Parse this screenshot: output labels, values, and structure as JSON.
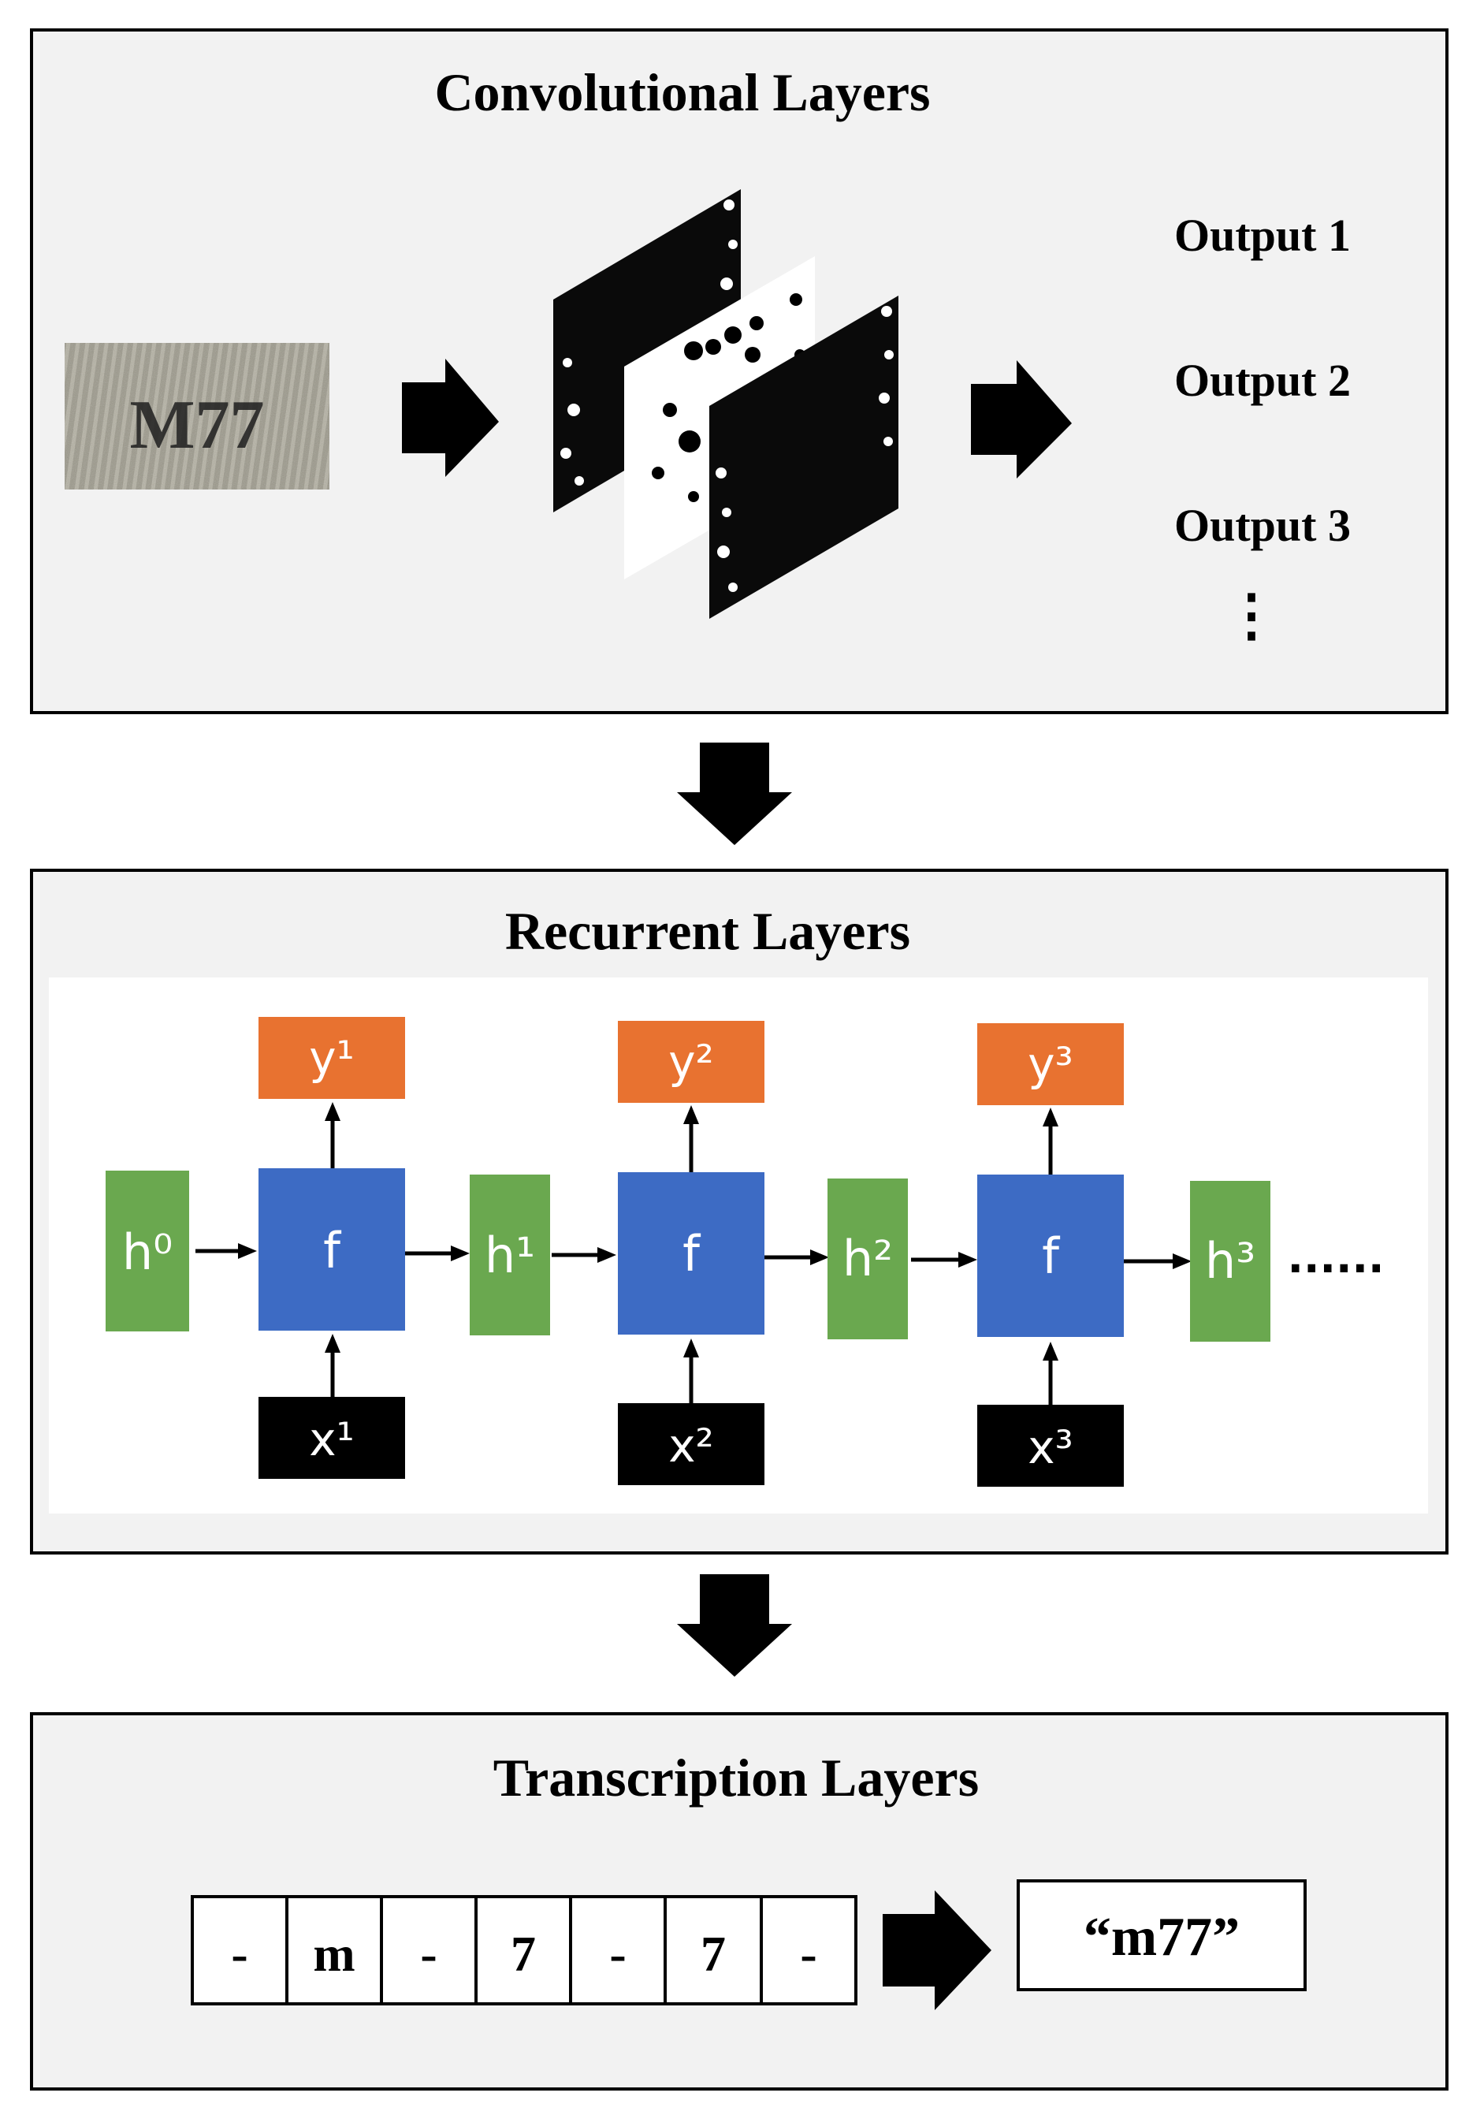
{
  "conv": {
    "title": "Convolutional Layers",
    "input_image_text": "M77",
    "outputs": [
      "Output 1",
      "Output 2",
      "Output 3"
    ],
    "ellipsis": "⋮"
  },
  "recurrent": {
    "title": "Recurrent Layers",
    "hidden": [
      "h⁰",
      "h¹",
      "h²",
      "h³"
    ],
    "cell": "f",
    "outputs": [
      "y¹",
      "y²",
      "y³"
    ],
    "inputs": [
      "x¹",
      "x²",
      "x³"
    ],
    "continuation": "......",
    "colors": {
      "hidden": "#6aa84f",
      "cell": "#3d6bc4",
      "output": "#e87230",
      "input": "#000000"
    }
  },
  "transcription": {
    "title": "Transcription Layers",
    "sequence": [
      "-",
      "m",
      "-",
      "7",
      "-",
      "7",
      "-"
    ],
    "result": "“m77”"
  },
  "colors": {
    "panel_bg": "#f2f2f2",
    "border": "#000000",
    "arrow": "#000000"
  }
}
